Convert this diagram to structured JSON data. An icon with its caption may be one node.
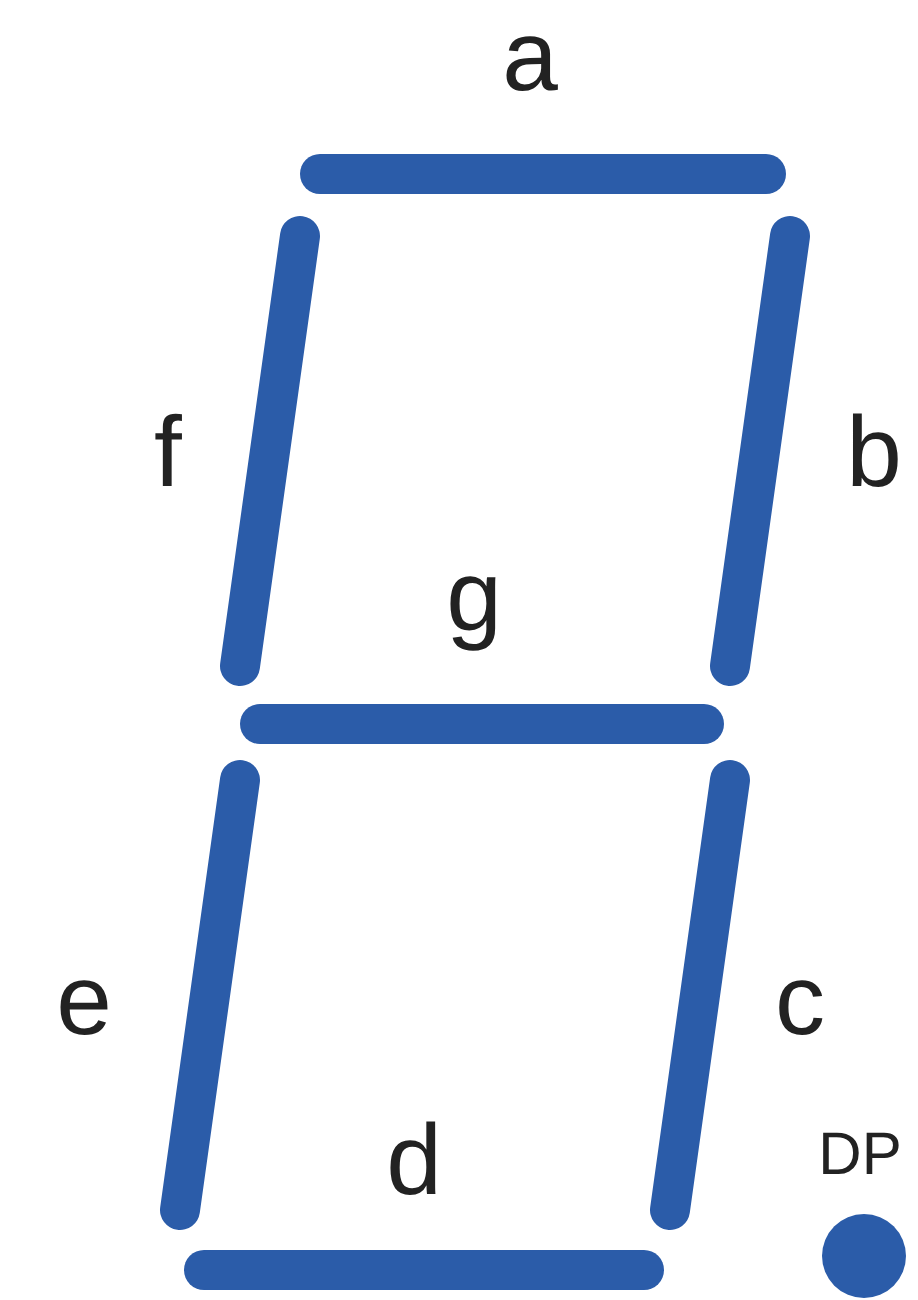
{
  "diagram": {
    "nodes": [
      {
        "text": [],
        "shape": "bar",
        "beside": [
          "a"
        ]
      },
      {
        "text": [],
        "shape": "bar",
        "beside": [
          "f"
        ]
      },
      {
        "text": [],
        "shape": "bar",
        "beside": [
          "b"
        ]
      },
      {
        "text": [],
        "shape": "bar",
        "beside": [
          "g"
        ]
      },
      {
        "text": [],
        "shape": "bar",
        "beside": [
          "e"
        ]
      },
      {
        "text": [],
        "shape": "bar",
        "beside": [
          "c"
        ]
      },
      {
        "text": [],
        "shape": "bar",
        "beside": [
          "d"
        ]
      },
      {
        "text": [],
        "shape": "circle",
        "beside": [
          "DP"
        ]
      }
    ]
  }
}
